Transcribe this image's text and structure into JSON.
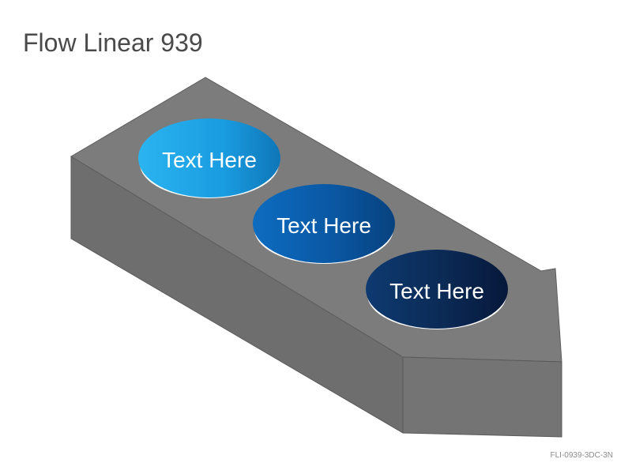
{
  "title": "Flow Linear 939",
  "footer_code": "FLI-0939-3DC-3N",
  "steps": [
    {
      "label": "Text Here"
    },
    {
      "label": "Text Here"
    },
    {
      "label": "Text Here"
    }
  ],
  "colors": {
    "arrow_top": "#7c7c7c",
    "arrow_side": "#6e6e6e",
    "arrow_head_side": "#747474",
    "step_1": "#1a9ce0",
    "step_2": "#0a5aa6",
    "step_3": "#0b2a55",
    "title": "#4a4a4a"
  }
}
